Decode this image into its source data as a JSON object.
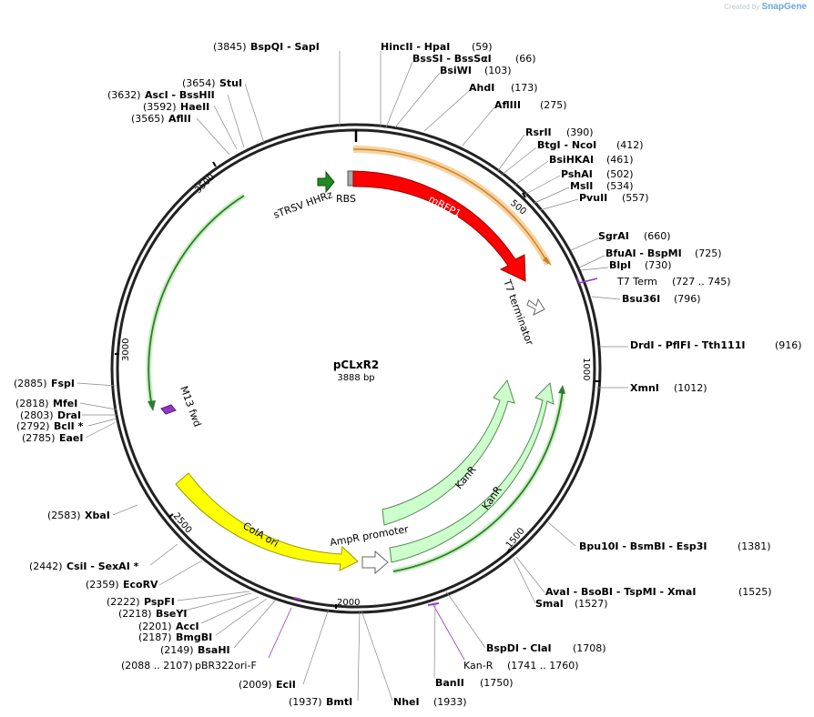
{
  "credit": {
    "prefix": "Created by",
    "brand": "SnapGene"
  },
  "plasmid": {
    "name": "pCLxR2",
    "size": "3888 bp"
  },
  "ticks": [
    "500",
    "1000",
    "1500",
    "2000",
    "2500",
    "3000",
    "3500"
  ],
  "features": {
    "rbs": "RBS",
    "mrfp1": "mRFP1",
    "strsv": "sTRSV HHRz",
    "t7term": "T7 terminator",
    "kanr_inner": "KanR",
    "kanr_outer": "KanR",
    "ampr_promoter": "AmpR promoter",
    "cola_ori": "ColA ori",
    "m13": "M13 fwd"
  },
  "primers": {
    "t7": {
      "name": "T7 Term",
      "range": "(727 .. 745)"
    },
    "kan": {
      "name": "Kan-R",
      "range": "(1741 .. 1760)"
    },
    "pbr": {
      "name": "pBR322ori-F",
      "range": "(2088 .. 2107)"
    }
  },
  "sites": [
    {
      "pos": "(3845)",
      "names": "BspQI   -  SapI"
    },
    {
      "names": "HincII   -  HpaI",
      "pos": "(59)"
    },
    {
      "names": "BssSI   -  BssSαI",
      "pos": "(66)"
    },
    {
      "names": "BsiWI",
      "pos": "(103)"
    },
    {
      "names": "AhdI",
      "pos": "(173)"
    },
    {
      "names": "AflIII",
      "pos": "(275)"
    },
    {
      "names": "RsrII",
      "pos": "(390)"
    },
    {
      "names": "BtgI   -  NcoI",
      "pos": "(412)"
    },
    {
      "names": "BsiHKAI",
      "pos": "(461)"
    },
    {
      "names": "PshAI",
      "pos": "(502)"
    },
    {
      "names": "MslI",
      "pos": "(534)"
    },
    {
      "names": "PvuII",
      "pos": "(557)"
    },
    {
      "names": "SgrAI",
      "pos": "(660)"
    },
    {
      "names": "BfuAI   -  BspMI",
      "pos": "(725)"
    },
    {
      "names": "BlpI",
      "pos": "(730)"
    },
    {
      "names": "Bsu36I",
      "pos": "(796)"
    },
    {
      "names": "DrdI   -  PflFI   -  Tth111I",
      "pos": "(916)"
    },
    {
      "names": "XmnI",
      "pos": "(1012)"
    },
    {
      "names": "Bpu10I   -  BsmBI   -  Esp3I",
      "pos": "(1381)"
    },
    {
      "names": "AvaI   -  BsoBI   -  TspMI   -  XmaI",
      "pos": "(1525)"
    },
    {
      "names": "SmaI",
      "pos": "(1527)"
    },
    {
      "names": "BspDI   -  ClaI",
      "pos": "(1708)"
    },
    {
      "names": "BanII",
      "pos": "(1750)"
    },
    {
      "names": "NheI",
      "pos": "(1933)"
    },
    {
      "pos": "(1937)",
      "names": "BmtI"
    },
    {
      "pos": "(2009)",
      "names": "EciI"
    },
    {
      "pos": "(2149)",
      "names": "BsaHI"
    },
    {
      "pos": "(2187)",
      "names": "BmgBI"
    },
    {
      "pos": "(2201)",
      "names": "AccI"
    },
    {
      "pos": "(2218)",
      "names": "BseYI"
    },
    {
      "pos": "(2222)",
      "names": "PspFI"
    },
    {
      "pos": "(2359)",
      "names": "EcoRV"
    },
    {
      "pos": "(2442)",
      "names": "CsiI   -  SexAI *"
    },
    {
      "pos": "(2583)",
      "names": "XbaI"
    },
    {
      "pos": "(2785)",
      "names": "EaeI"
    },
    {
      "pos": "(2792)",
      "names": "BclI *"
    },
    {
      "pos": "(2803)",
      "names": "DraI"
    },
    {
      "pos": "(2818)",
      "names": "MfeI"
    },
    {
      "pos": "(2885)",
      "names": "FspI"
    },
    {
      "pos": "(3565)",
      "names": "AflII"
    },
    {
      "pos": "(3592)",
      "names": "HaeII"
    },
    {
      "pos": "(3632)",
      "names": "AscI   -  BssHII"
    },
    {
      "pos": "(3654)",
      "names": "StuI"
    }
  ],
  "colors": {
    "mrfp1": "#ff0000",
    "orange_band": "#f2a33a",
    "kanr_fill": "#ccffcc",
    "kanr_stroke": "#559955",
    "cola_fill": "#ffff00",
    "green_band": "#33aa33",
    "strsv": "#228b22",
    "primer": "#9933cc"
  }
}
